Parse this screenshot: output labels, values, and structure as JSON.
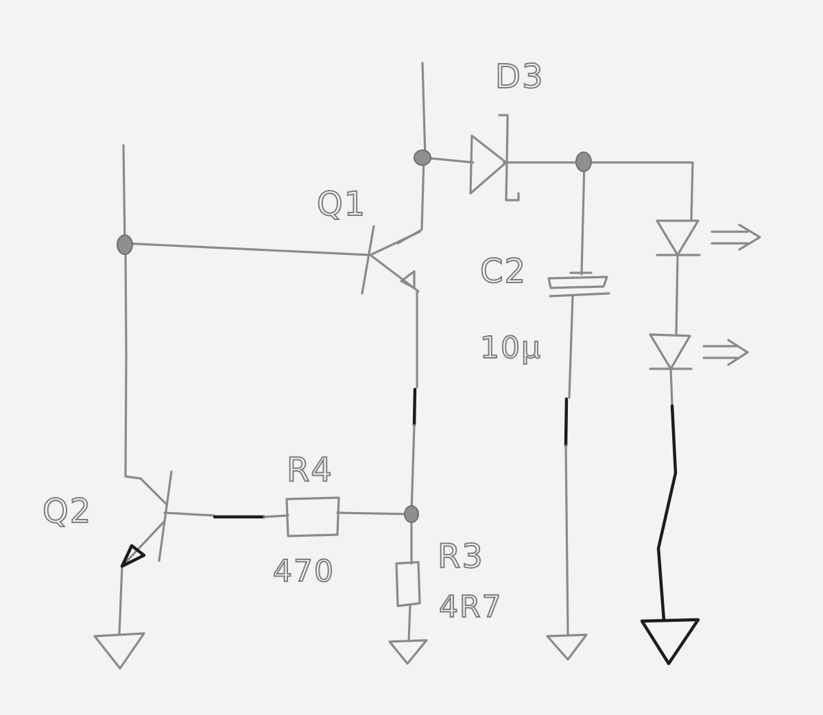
{
  "components": {
    "q1": {
      "ref": "Q1"
    },
    "q2": {
      "ref": "Q2"
    },
    "d3": {
      "ref": "D3"
    },
    "c2": {
      "ref": "C2",
      "value": "10µ"
    },
    "r4": {
      "ref": "R4",
      "value": "470"
    },
    "r3": {
      "ref": "R3",
      "value": "4R7"
    }
  },
  "style": {
    "paper": "#f4f3f1",
    "pencil": "#8a8a8a",
    "ink": "#1c1c1c"
  }
}
